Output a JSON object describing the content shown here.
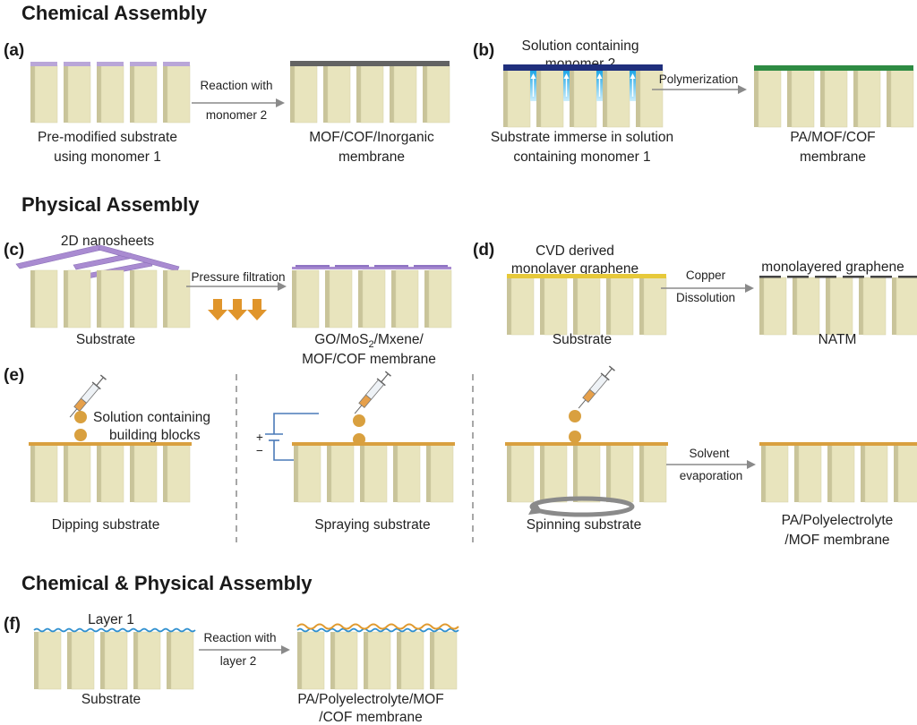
{
  "sections": {
    "chemical": "Chemical Assembly",
    "physical": "Physical Assembly",
    "both": "Chemical & Physical Assembly"
  },
  "panel_a": {
    "label": "(a)",
    "arrow_line1": "Reaction with",
    "arrow_line2": "monomer 2",
    "left_line1": "Pre-modified substrate",
    "left_line2": "using monomer 1",
    "right_line1": "MOF/COF/Inorganic",
    "right_line2": "membrane"
  },
  "panel_b": {
    "label": "(b)",
    "top_line1": "Solution containing",
    "top_line2": "monomer 2",
    "arrow": "Polymerization",
    "left_line1": "Substrate immerse in solution",
    "left_line2": "containing monomer 1",
    "right_line1": "PA/MOF/COF",
    "right_line2": "membrane"
  },
  "panel_c": {
    "label": "(c)",
    "top": "2D nanosheets",
    "arrow": "Pressure filtration",
    "left": "Substrate",
    "right_line1_pre": "GO/MoS",
    "right_line1_sub": "2",
    "right_line1_post": "/Mxene/",
    "right_line2": "MOF/COF membrane"
  },
  "panel_d": {
    "label": "(d)",
    "top_line1": "CVD derived",
    "top_line2": "monolayer graphene",
    "arrow_line1": "Copper",
    "arrow_line2": "Dissolution",
    "right_top": "monolayered graphene",
    "left": "Substrate",
    "right": "NATM"
  },
  "panel_e": {
    "label": "(e)",
    "solution_line1": "Solution containing",
    "solution_line2": "building blocks",
    "dipping": "Dipping substrate",
    "spraying": "Spraying substrate",
    "plus": "+",
    "minus": "−",
    "spinning": "Spinning substrate",
    "arrow_line1": "Solvent",
    "arrow_line2": "evaporation",
    "right_line1": "PA/Polyelectrolyte",
    "right_line2": "/MOF membrane"
  },
  "panel_f": {
    "label": "(f)",
    "top": "Layer 1",
    "arrow_line1": "Reaction with",
    "arrow_line2": "layer 2",
    "left": "Substrate",
    "right_line1": "PA/Polyelectrolyte/MOF",
    "right_line2": "/COF membrane"
  },
  "colors": {
    "substrate_front": "#e8e4bd",
    "substrate_side": "#c9c49a",
    "substrate_dark": "#9c977a",
    "monomer1_layer": "#b9a6d8",
    "mof_layer": "#636363",
    "monomer2_solution": "#1f2f7c",
    "monomer1_solution": "#3aa6dc",
    "pa_layer": "#2e8b43",
    "nanosheet": "#a98bd1",
    "graphene": "#e7c93a",
    "building_block": "#d9a03f",
    "layer1_wave": "#2e8fcf",
    "layer2_wave": "#e09a2f",
    "arrow": "#888888",
    "filtration_arrow": "#e0952b"
  }
}
